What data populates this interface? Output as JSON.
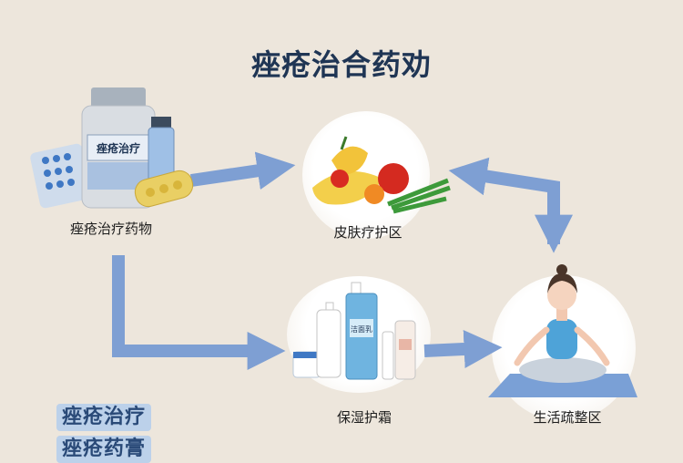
{
  "title": "痤疮治合药劝",
  "nodes": {
    "medication": "痤疮治疗药物",
    "skincare": "皮肤疗护区",
    "moisturizer": "保湿护霜",
    "lifestyle": "生活疏整区"
  },
  "bottle_label": "痤疮治疗",
  "tube_label": "洁面乳",
  "corner_text": [
    "痤疮治疗",
    "痤疮药膏"
  ],
  "colors": {
    "arrow": "#7e9fd3",
    "title": "#1f3554",
    "background": "#ede6dc"
  }
}
